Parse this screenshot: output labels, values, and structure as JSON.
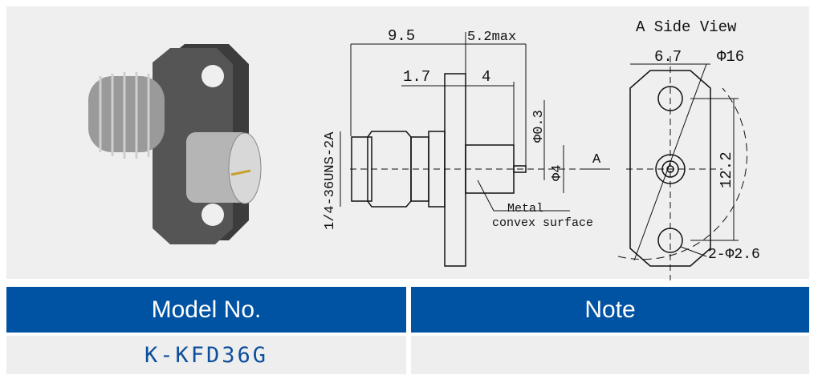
{
  "drawing": {
    "view_label": "A Side View",
    "dim_length": "9.5",
    "dim_max": "5.2max",
    "dim_flange_offset": "1.7",
    "dim_pin_length": "4",
    "dim_pin_dia": "Φ0.3",
    "dim_body_dia": "Φ4",
    "thread_spec": "1/4-36UNS-2A",
    "view_arrow_label": "A",
    "callout_line1": "Metal",
    "callout_line2": "convex surface",
    "dim_hole_spacing_h": "6.7",
    "dim_circle": "Φ16",
    "dim_hole_spacing_v": "12.2",
    "dim_holes": "2-Φ2.6"
  },
  "table": {
    "headers": [
      "Model No.",
      "Note"
    ],
    "rows": [
      [
        "K-KFD36G",
        ""
      ]
    ]
  }
}
